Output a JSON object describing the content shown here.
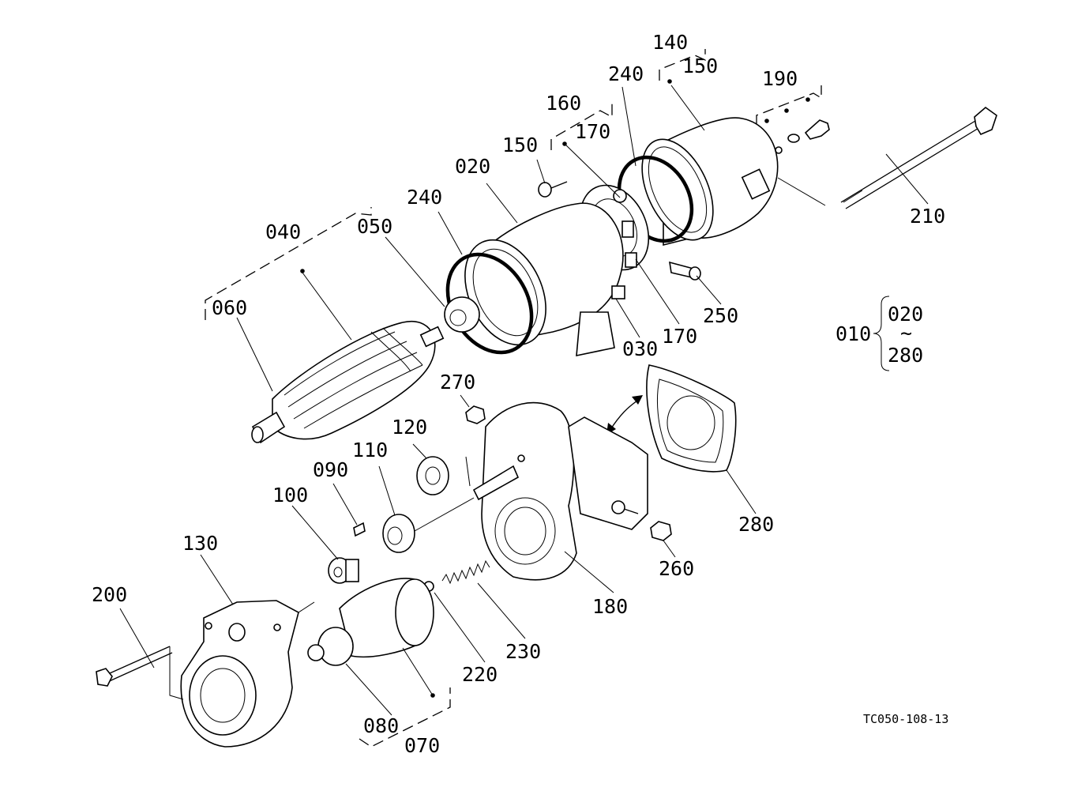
{
  "diagram": {
    "drawing_code": "TC050-108-13",
    "assembly": {
      "number": "010",
      "range_start": "020",
      "range_symbol": "~",
      "range_end": "280"
    },
    "labels": {
      "p140": "140",
      "p150_top": "150",
      "p190": "190",
      "p240_top": "240",
      "p160": "160",
      "p170_top": "170",
      "p150_mid": "150",
      "p020": "020",
      "p240_mid": "240",
      "p210": "210",
      "p040": "040",
      "p050": "050",
      "p060": "060",
      "p250": "250",
      "p170_bot": "170",
      "p030": "030",
      "p270": "270",
      "p120": "120",
      "p110": "110",
      "p090": "090",
      "p100": "100",
      "p280": "280",
      "p130": "130",
      "p260": "260",
      "p200": "200",
      "p180": "180",
      "p230": "230",
      "p220": "220",
      "p080": "080",
      "p070": "070"
    }
  }
}
